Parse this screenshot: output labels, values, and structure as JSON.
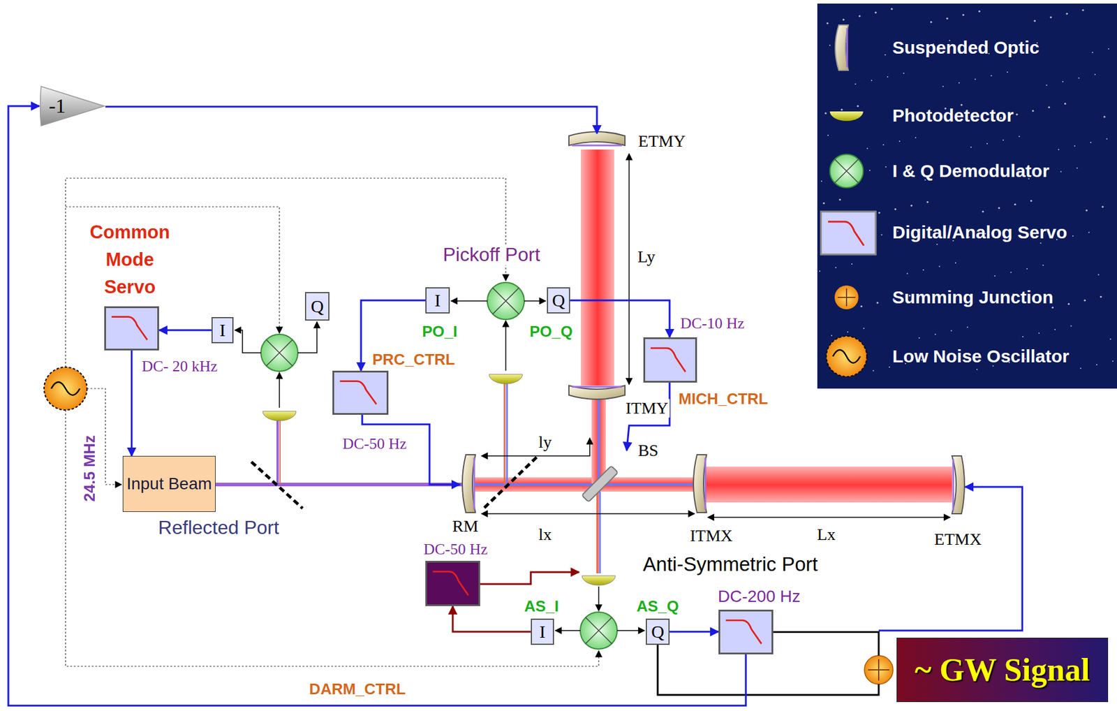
{
  "diagram": {
    "nodes": [
      {
        "text": [
          "-1"
        ]
      },
      {
        "text": [
          "Common Mode Servo",
          "DC- 20 kHz"
        ]
      },
      {
        "text": [
          "I"
        ]
      },
      {
        "text": [
          "Q"
        ]
      },
      {
        "text": [
          "Input Beam"
        ]
      },
      {
        "text": [
          "I"
        ]
      },
      {
        "text": [
          "Q"
        ]
      },
      {
        "text": [
          "PRC_CTRL",
          "DC-50 Hz"
        ]
      },
      {
        "text": [
          "DC-10 Hz",
          "MICH_CTRL"
        ]
      },
      {
        "text": [
          "I"
        ]
      },
      {
        "text": [
          "Q"
        ]
      },
      {
        "text": [
          "DC-50 Hz"
        ]
      },
      {
        "text": [
          "DC-200 Hz"
        ]
      },
      {
        "text": [
          "~ GW Signal"
        ]
      }
    ],
    "edges": [
      {
        "from": 2,
        "to": 1,
        "arrow": "to"
      },
      {
        "from": 1,
        "to": 4,
        "arrow": "to"
      },
      {
        "from": 5,
        "to": 7,
        "arrow": "to"
      },
      {
        "from": 6,
        "to": 8,
        "arrow": "to"
      },
      {
        "from": 9,
        "to": 11,
        "arrow": "to"
      },
      {
        "from": 10,
        "to": 12,
        "arrow": "to"
      },
      {
        "from": 12,
        "to": 13,
        "arrow": "none"
      },
      {
        "from": 10,
        "to": 13,
        "arrow": "none"
      },
      {
        "from": 12,
        "to": 0,
        "arrow": "to",
        "label": "DARM_CTRL"
      }
    ],
    "labels": [
      "Pickoff Port",
      "PO_I",
      "PO_Q",
      "ETMY",
      "Ly",
      "ITMY",
      "ly",
      "BS",
      "24.5 MHz",
      "Reflected Port",
      "RM",
      "lx",
      "ITMX",
      "Lx",
      "ETMX",
      "Anti-Symmetric Port",
      "AS_I",
      "AS_Q"
    ],
    "legend": [
      {
        "text": "Suspended Optic"
      },
      {
        "text": "Photodetector"
      },
      {
        "text": "I & Q Demodulator"
      },
      {
        "text": "Digital/Analog Servo"
      },
      {
        "text": "Summing Junction"
      },
      {
        "text": "Low Noise Oscillator"
      }
    ]
  }
}
